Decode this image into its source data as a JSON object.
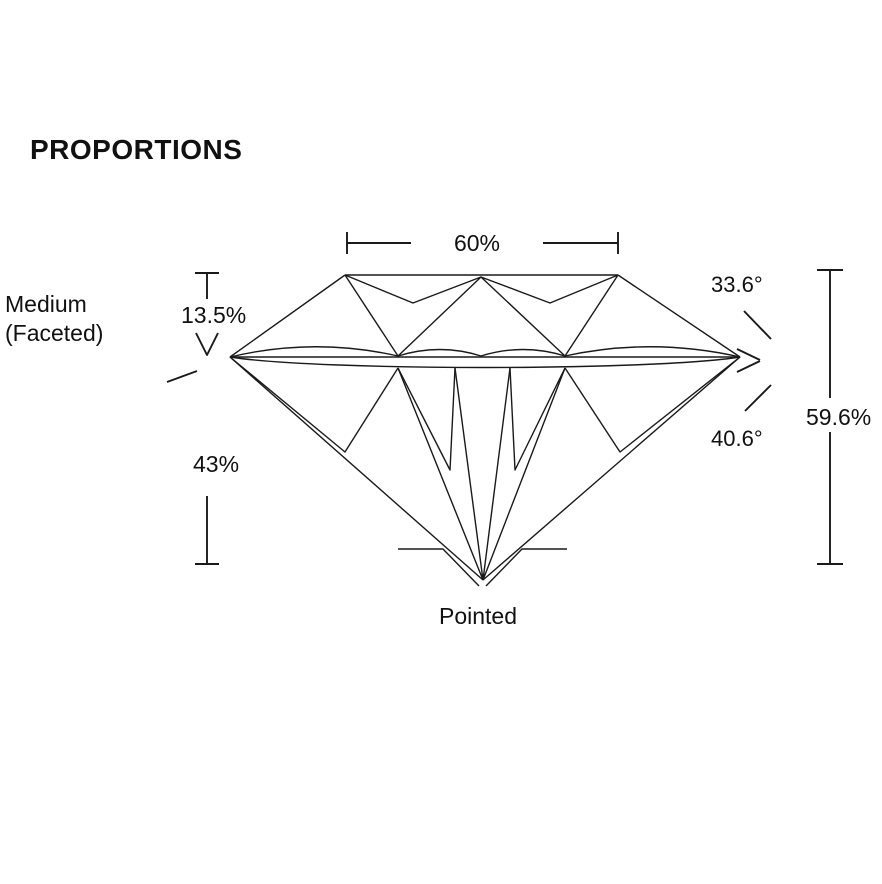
{
  "title": "PROPORTIONS",
  "labels": {
    "table_width": "60%",
    "crown_height": "13.5%",
    "girdle_thickness": "Medium\n(Faceted)",
    "pavilion_depth": "43%",
    "crown_angle": "33.6°",
    "pavilion_angle": "40.6°",
    "total_depth": "59.6%",
    "culet": "Pointed"
  },
  "colors": {
    "background": "#ffffff",
    "line": "#1a1a1a",
    "text": "#111111"
  }
}
